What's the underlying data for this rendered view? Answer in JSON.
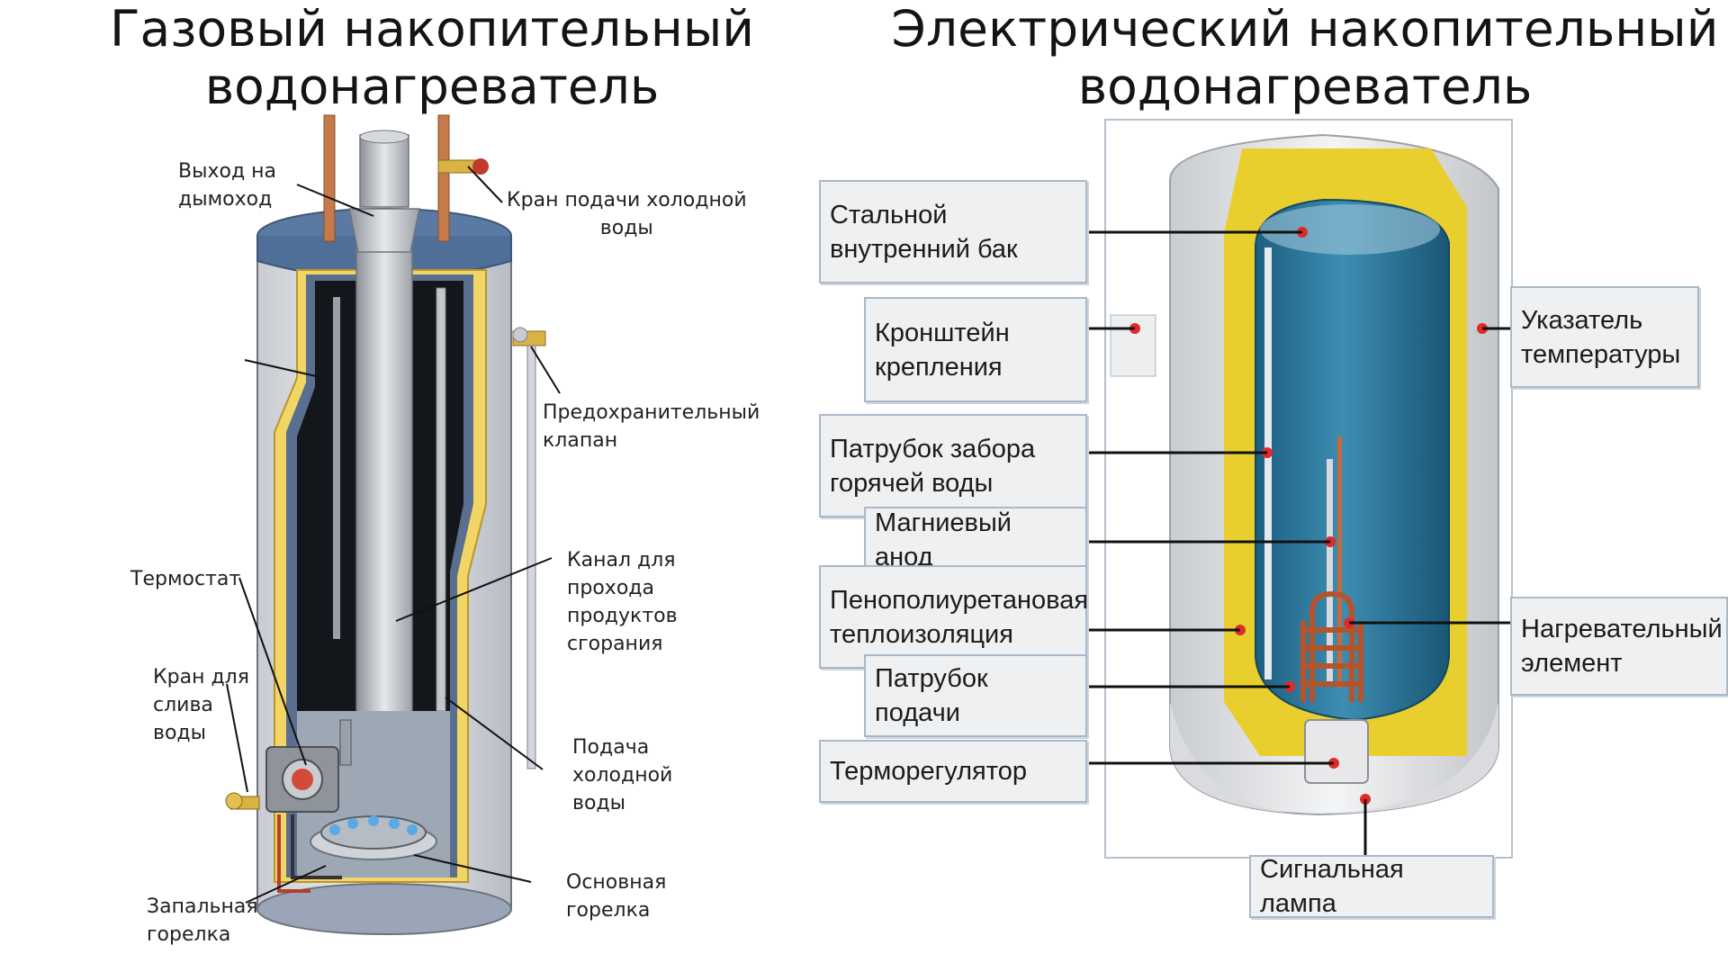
{
  "titles": {
    "gas": "Газовый накопительный\nводонагреватель",
    "electric": "Электрический накопительный\nводонагреватель"
  },
  "gas_labels": {
    "flue_outlet": "Выход на\nдымоход",
    "cold_valve": "Кран подачи холодной\nводы",
    "safety_valve": "Предохранительный\nклапан",
    "thermostat": "Термостат",
    "exhaust_channel": "Канал для\nпрохода\nпродуктов\nсгорания",
    "drain_valve": "Кран для\nслива\nводы",
    "cold_supply": "Подача\nхолодной\nводы",
    "main_burner": "Основная\nгорелка",
    "pilot_burner": "Запальная\nгорелка"
  },
  "electric_labels": {
    "steel_tank": "Стальной внутренний бак",
    "mount_bracket": "Кронштейн\nкрепления",
    "hot_outlet": "Патрубок забора\nгорячей воды",
    "magnesium_anode": "Магниевый анод",
    "insulation": "Пенополиуретановая\nтеплоизоляция",
    "inlet_pipe": "Патрубок подачи",
    "thermoregulator": "Терморегулятор",
    "temp_indicator": "Указатель\nтемпературы",
    "heating_element": "Нагревательный\nэлемент",
    "signal_lamp": "Сигнальная лампа"
  }
}
